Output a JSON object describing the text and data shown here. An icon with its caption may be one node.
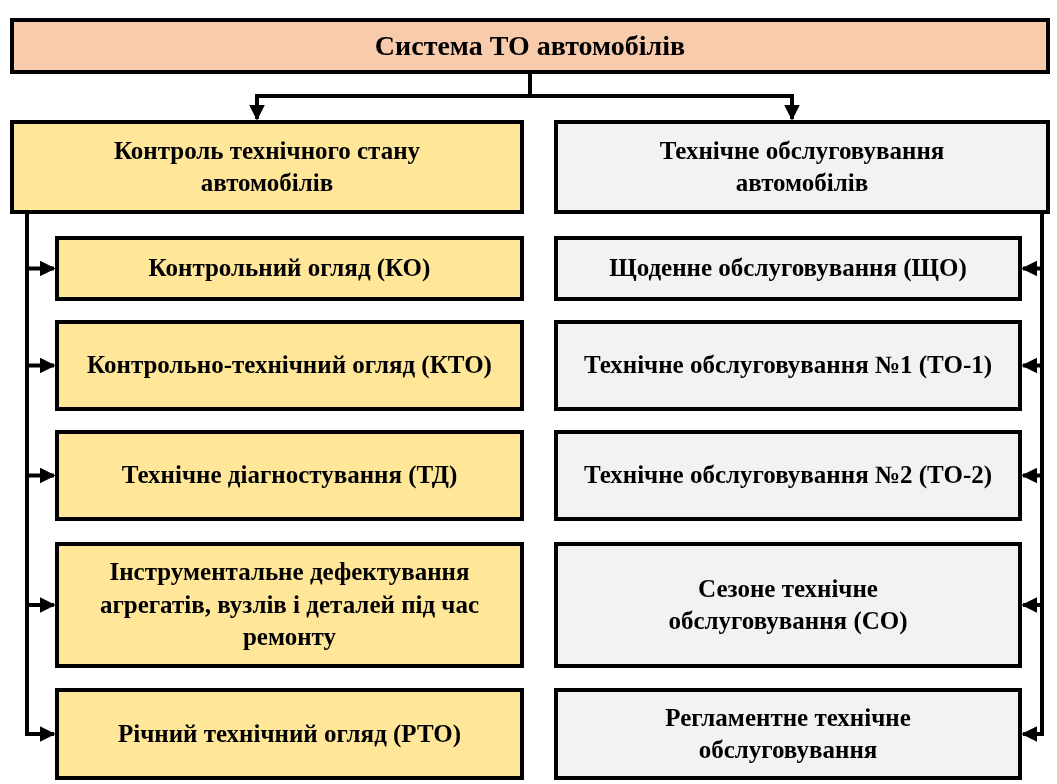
{
  "diagram": {
    "nodes": [
      {
        "text": [
          "Система ТО автомобілів"
        ]
      },
      {
        "text": [
          "Контроль технічного стану автомобілів"
        ]
      },
      {
        "text": [
          "Технічне обслуговування автомобілів"
        ]
      },
      {
        "text": [
          "Контрольний огляд (КО)"
        ]
      },
      {
        "text": [
          "Контрольно-технічний огляд (КТО)"
        ]
      },
      {
        "text": [
          "Технічне діагностування (ТД)"
        ]
      },
      {
        "text": [
          "Інструментальне дефектування агрегатів, вузлів і деталей під час ремонту"
        ]
      },
      {
        "text": [
          "Річний технічний огляд (РТО)"
        ]
      },
      {
        "text": [
          "Щоденне обслуговування (ЩО)"
        ]
      },
      {
        "text": [
          "Технічне обслуговування №1 (ТО-1)"
        ]
      },
      {
        "text": [
          "Технічне обслуговування №2 (ТО-2)"
        ]
      },
      {
        "text": [
          "Сезоне технічне обслуговування (СО)"
        ]
      },
      {
        "text": [
          "Регламентне технічне обслуговування"
        ]
      }
    ],
    "edges": [
      {
        "from": 0,
        "to": 1,
        "arrow": "to"
      },
      {
        "from": 0,
        "to": 2,
        "arrow": "to"
      },
      {
        "from": 1,
        "to": 3,
        "arrow": "to"
      },
      {
        "from": 1,
        "to": 4,
        "arrow": "to"
      },
      {
        "from": 1,
        "to": 5,
        "arrow": "to"
      },
      {
        "from": 1,
        "to": 6,
        "arrow": "to"
      },
      {
        "from": 1,
        "to": 7,
        "arrow": "to"
      },
      {
        "from": 2,
        "to": 8,
        "arrow": "to"
      },
      {
        "from": 2,
        "to": 9,
        "arrow": "to"
      },
      {
        "from": 2,
        "to": 10,
        "arrow": "to"
      },
      {
        "from": 2,
        "to": 11,
        "arrow": "to"
      },
      {
        "from": 2,
        "to": 12,
        "arrow": "to"
      }
    ]
  }
}
